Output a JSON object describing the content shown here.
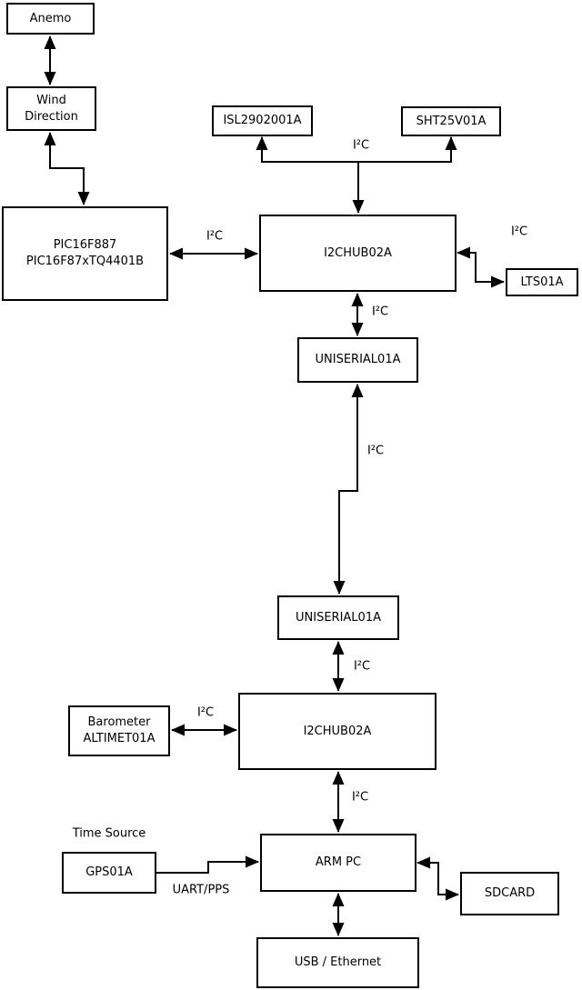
{
  "diagram": {
    "colors": {
      "background": "#ffffff",
      "line": "#000000",
      "text": "#000000"
    },
    "nodes": {
      "anemo": {
        "label": "Anemo"
      },
      "wind_direction": {
        "label": "Wind\nDirection"
      },
      "pic": {
        "label": "PIC16F887\nPIC16F87xTQ4401B"
      },
      "isl": {
        "label": "ISL2902001A"
      },
      "sht": {
        "label": "SHT25V01A"
      },
      "i2chub_top": {
        "label": "I2CHUB02A"
      },
      "lts": {
        "label": "LTS01A"
      },
      "uniserial_top": {
        "label": "UNISERIAL01A"
      },
      "uniserial_bottom": {
        "label": "UNISERIAL01A"
      },
      "i2chub_bottom": {
        "label": "I2CHUB02A"
      },
      "barometer": {
        "label": "Barometer\nALTIMET01A"
      },
      "gps": {
        "label": "GPS01A"
      },
      "arm_pc": {
        "label": "ARM PC"
      },
      "sdcard": {
        "label": "SDCARD"
      },
      "usb_ethernet": {
        "label": "USB / Ethernet"
      }
    },
    "edge_labels": {
      "pic_hub": "I²C",
      "hub_sensors": "I²C",
      "hub_lts": "I²C",
      "hub_uniserial": "I²C",
      "uniserial_link": "I²C",
      "uniserial_hub2": "I²C",
      "barometer_hub2": "I²C",
      "hub2_arm": "I²C",
      "gps_arm": "UART/PPS"
    },
    "annotations": {
      "time_source": "Time Source"
    }
  }
}
